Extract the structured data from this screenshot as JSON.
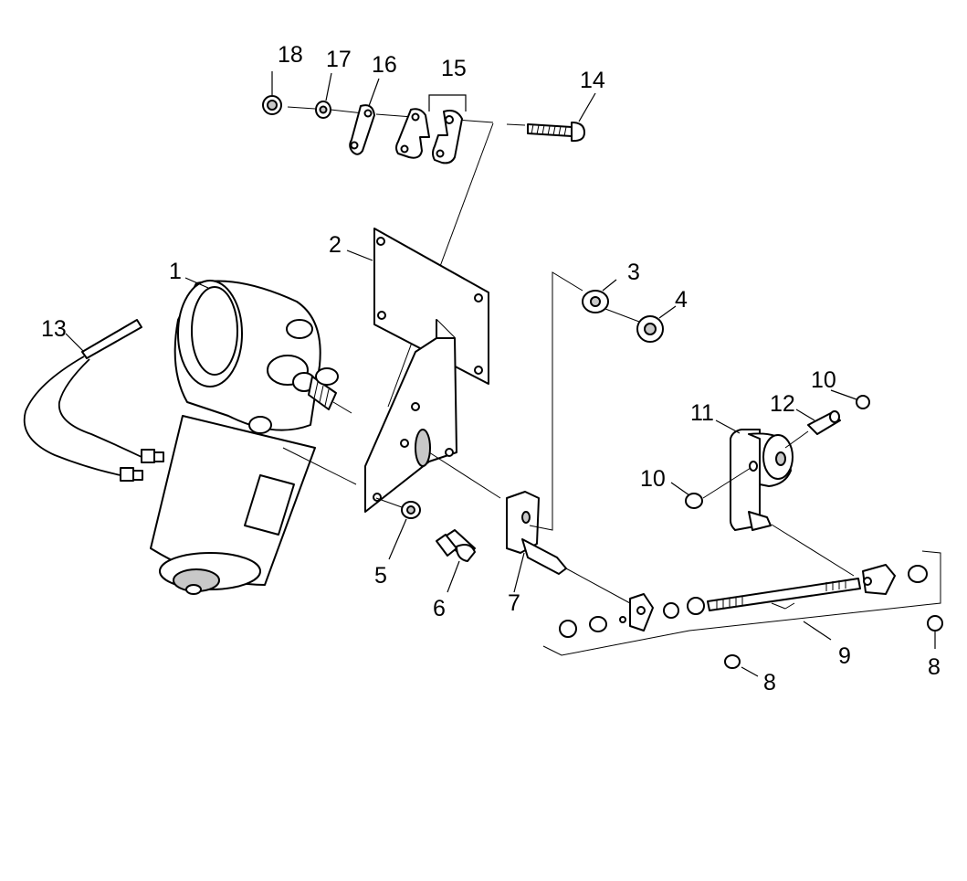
{
  "diagram": {
    "callouts": [
      "1",
      "2",
      "3",
      "4",
      "5",
      "6",
      "7",
      "8",
      "8",
      "9",
      "10",
      "10",
      "11",
      "12",
      "13",
      "14",
      "15",
      "16",
      "17",
      "18"
    ]
  }
}
